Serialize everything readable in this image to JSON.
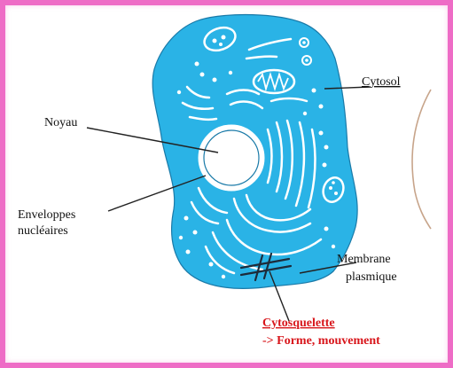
{
  "labels": {
    "noyau": "Noyau",
    "enveloppes_line1": "Enveloppes",
    "enveloppes_line2": "nucléaires",
    "cytosol": "Cytosol",
    "membrane_line1": "Membrane",
    "membrane_line2": "plasmique",
    "cytosquelette": "Cytosquelette",
    "cytosquelette_note": "-> Forme, mouvement"
  },
  "colors": {
    "cell_fill": "#2ab3e6",
    "organelle_stroke": "#ffffff",
    "frame_border": "#ee6cc6",
    "accent_red": "#d8161b"
  }
}
